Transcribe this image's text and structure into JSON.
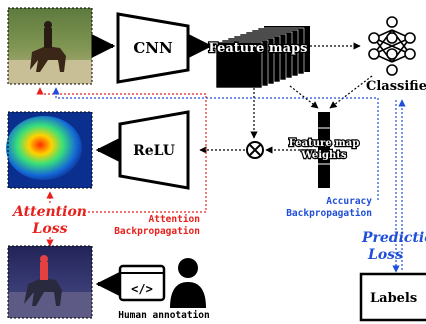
{
  "labels": {
    "cnn": "CNN",
    "feature_maps": "Feature maps",
    "classifier": "Classifier",
    "relu": "ReLU",
    "feature_map_weights_line1": "Feature map",
    "feature_map_weights_line2": "Weights",
    "attention_loss_line1": "Attention",
    "attention_loss_line2": "Loss",
    "attention_backprop_line1": "Attention",
    "attention_backprop_line2": "Backpropagation",
    "accuracy_backprop_line1": "Accuracy",
    "accuracy_backprop_line2": "Backpropagation",
    "prediction_loss_line1": "Prediction",
    "prediction_loss_line2": "Loss",
    "labels_box": "Labels",
    "code_icon_text": "</>",
    "human_annotation": "Human annotation"
  },
  "colors": {
    "attention": "#e8201c",
    "accuracy": "#1f4fd8",
    "ink": "#000000"
  },
  "icons": [
    "multiply-circle-icon",
    "code-icon",
    "person-icon",
    "neural-network-icon"
  ]
}
